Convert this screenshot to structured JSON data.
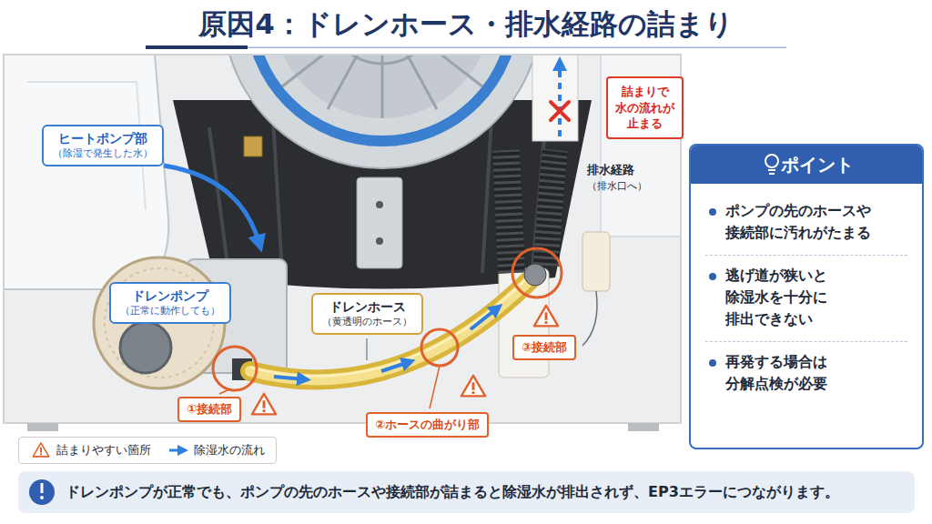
{
  "diagram": {
    "title": "原因4：ドレンホース・排水経路の詰まり",
    "caption": "ドレンポンプが正常でも、ポンプの先のホースや接続部が詰まると除湿水が排出されず、EP3エラーにつながります。",
    "nodes": [
      {
        "text": [
          "ヒートポンプ部",
          "（除湿で発生した水）"
        ]
      },
      {
        "text": [
          "詰まりで 水の流れが 止まる"
        ]
      },
      {
        "text": [
          "ドレンポンプ",
          "（正常に動作しても）"
        ]
      },
      {
        "text": [
          "ドレンホース",
          "（黄透明のホース）"
        ]
      },
      {
        "text": [
          "③接続部"
        ]
      },
      {
        "text": [
          "①接続部"
        ]
      },
      {
        "text": [
          "②ホースの曲がり部"
        ]
      },
      {
        "text": [
          "ポイント",
          "ポンプの先のホースや 接続部に汚れがたまる",
          "逃げ道が狭いと 除湿水を十分に 排出できない",
          "再発する場合は 分解点検が必要"
        ]
      }
    ],
    "labels": [
      "排水経路",
      "（排水口へ）"
    ],
    "legend": [
      {
        "text": "詰まりやすい箇所"
      },
      {
        "text": "除湿水の流れ"
      }
    ]
  }
}
